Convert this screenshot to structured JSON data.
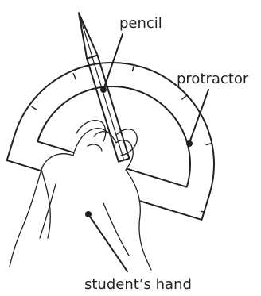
{
  "labels": {
    "pencil": "pencil",
    "protractor": "protractor",
    "hand": "student’s hand"
  }
}
